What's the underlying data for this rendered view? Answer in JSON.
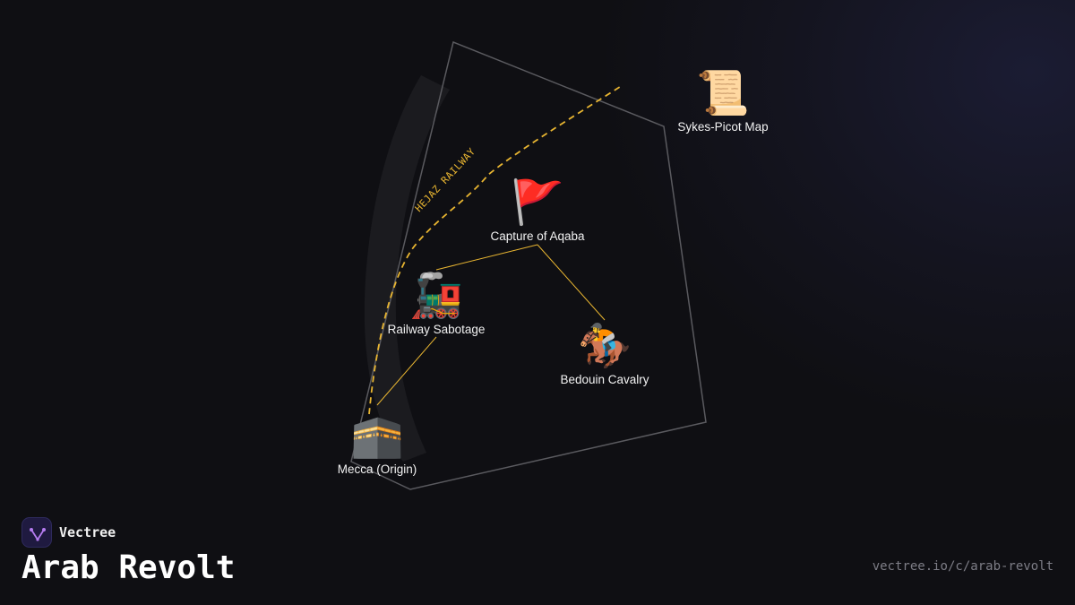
{
  "brand": {
    "name": "Vectree",
    "logo_icon": "vectree-logo-icon"
  },
  "title": "Arab Revolt",
  "url": "vectree.io/c/arab-revolt",
  "railway": {
    "label": "HEJAZ RAILWAY",
    "color": "#e8b531"
  },
  "nodes": [
    {
      "id": "mecca",
      "label": "Mecca (Origin)",
      "icon": "🕋",
      "icon_name": "kaaba-icon"
    },
    {
      "id": "railway-sabotage",
      "label": "Railway Sabotage",
      "icon": "🚂",
      "icon_name": "locomotive-icon"
    },
    {
      "id": "capture-aqaba",
      "label": "Capture of Aqaba",
      "icon": "🚩",
      "icon_name": "red-flag-icon"
    },
    {
      "id": "bedouin-cavalry",
      "label": "Bedouin Cavalry",
      "icon": "🏇",
      "icon_name": "horse-racing-icon"
    },
    {
      "id": "sykes-picot",
      "label": "Sykes-Picot Map",
      "icon": "📜",
      "icon_name": "scroll-icon"
    }
  ],
  "edges": [
    {
      "from": "mecca",
      "to": "railway-sabotage"
    },
    {
      "from": "railway-sabotage",
      "to": "capture-aqaba"
    },
    {
      "from": "capture-aqaba",
      "to": "bedouin-cavalry"
    }
  ],
  "colors": {
    "background": "#0f0f13",
    "edge": "#e8b531",
    "region_outline": "#5a5a5f",
    "text": "#f2f2f2"
  }
}
